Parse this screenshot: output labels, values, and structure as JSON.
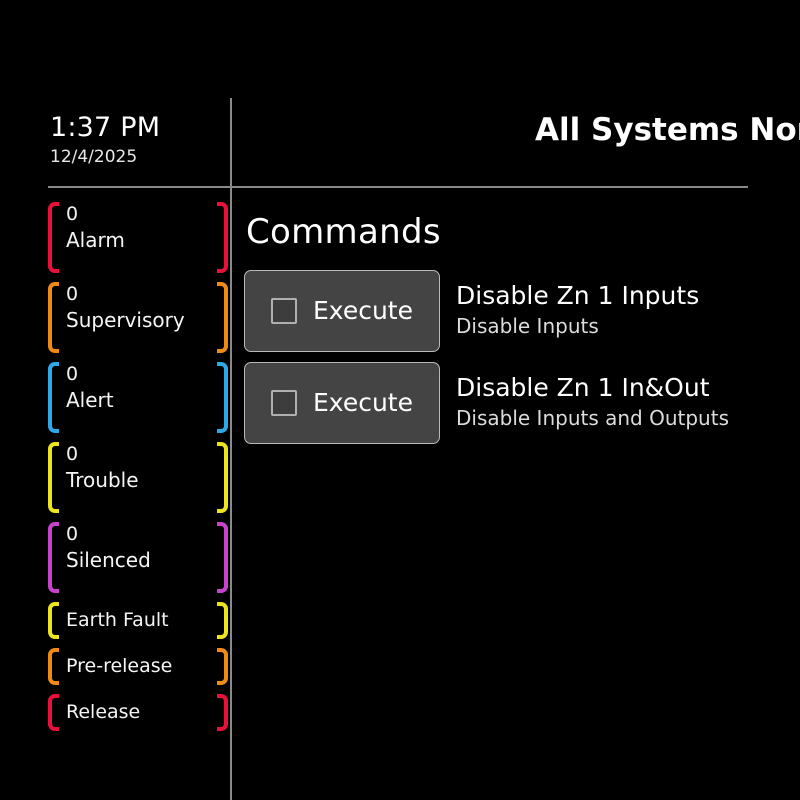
{
  "header": {
    "title": "All Systems Normal"
  },
  "clock": {
    "time": "1:37 PM",
    "date": "12/4/2025"
  },
  "status_rail": {
    "items": [
      {
        "count": "0",
        "label": "Alarm",
        "color": "#e8113c",
        "has_count": true
      },
      {
        "count": "0",
        "label": "Supervisory",
        "color": "#f08a16",
        "has_count": true
      },
      {
        "count": "0",
        "label": "Alert",
        "color": "#2fa8e8",
        "has_count": true
      },
      {
        "count": "0",
        "label": "Trouble",
        "color": "#ede321",
        "has_count": true
      },
      {
        "count": "0",
        "label": "Silenced",
        "color": "#c843cc",
        "has_count": true
      },
      {
        "count": "",
        "label": "Earth Fault",
        "color": "#ede321",
        "has_count": false
      },
      {
        "count": "",
        "label": "Pre-release",
        "color": "#f08a16",
        "has_count": false
      },
      {
        "count": "",
        "label": "Release",
        "color": "#e8113c",
        "has_count": false
      }
    ]
  },
  "panel": {
    "title": "Commands",
    "commands": [
      {
        "button_label": "Execute",
        "name": "Disable Zn 1 Inputs",
        "description": "Disable Inputs",
        "checked": false
      },
      {
        "button_label": "Execute",
        "name": "Disable Zn 1 In&Out",
        "description": "Disable Inputs and Outputs",
        "checked": false
      }
    ]
  },
  "theme": {
    "background": "#000000",
    "divider": "#8a8a8a",
    "button_fill": "#444444",
    "button_border": "#b9b9b9",
    "text": "#ffffff"
  }
}
